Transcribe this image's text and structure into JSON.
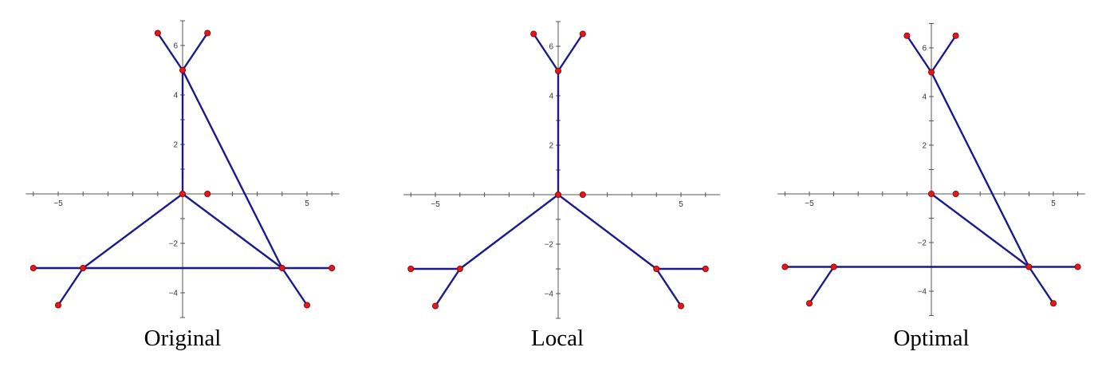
{
  "colors": {
    "edge": "#1a1a8c",
    "node_fill": "#e8151b",
    "node_stroke": "#7a0000",
    "axis": "#555555"
  },
  "axis_ticks": {
    "x_labels": [
      -5,
      5
    ],
    "y_labels": [
      6,
      4,
      2,
      -2,
      -4
    ],
    "x_tick_values": [
      -6,
      -5,
      -4,
      -3,
      -2,
      -1,
      1,
      2,
      3,
      4,
      5,
      6
    ],
    "y_tick_values": [
      -5,
      -4,
      -3,
      -2,
      -1,
      1,
      2,
      3,
      4,
      5,
      6,
      7
    ]
  },
  "panels": [
    {
      "caption": "Original",
      "nodes": [
        [
          -1,
          6.5
        ],
        [
          1,
          6.5
        ],
        [
          0,
          5
        ],
        [
          0,
          0
        ],
        [
          1,
          0
        ],
        [
          -6,
          -3
        ],
        [
          -4,
          -3
        ],
        [
          4,
          -3
        ],
        [
          6,
          -3
        ],
        [
          -5,
          -4.5
        ],
        [
          5,
          -4.5
        ]
      ],
      "edges": [
        [
          [
            -1,
            6.5
          ],
          [
            0,
            5
          ]
        ],
        [
          [
            1,
            6.5
          ],
          [
            0,
            5
          ]
        ],
        [
          [
            0,
            5
          ],
          [
            0,
            0
          ]
        ],
        [
          [
            0,
            5
          ],
          [
            4,
            -3
          ]
        ],
        [
          [
            0,
            0
          ],
          [
            -4,
            -3
          ]
        ],
        [
          [
            0,
            0
          ],
          [
            4,
            -3
          ]
        ],
        [
          [
            -6,
            -3
          ],
          [
            6,
            -3
          ]
        ],
        [
          [
            -4,
            -3
          ],
          [
            -5,
            -4.5
          ]
        ],
        [
          [
            4,
            -3
          ],
          [
            5,
            -4.5
          ]
        ]
      ]
    },
    {
      "caption": "Local",
      "nodes": [
        [
          -1,
          6.5
        ],
        [
          1,
          6.5
        ],
        [
          0,
          5
        ],
        [
          0,
          0
        ],
        [
          1,
          0
        ],
        [
          -6,
          -3
        ],
        [
          -4,
          -3
        ],
        [
          4,
          -3
        ],
        [
          6,
          -3
        ],
        [
          -5,
          -4.5
        ],
        [
          5,
          -4.5
        ]
      ],
      "edges": [
        [
          [
            -1,
            6.5
          ],
          [
            0,
            5
          ]
        ],
        [
          [
            1,
            6.5
          ],
          [
            0,
            5
          ]
        ],
        [
          [
            0,
            5
          ],
          [
            0,
            0
          ]
        ],
        [
          [
            0,
            0
          ],
          [
            -4,
            -3
          ]
        ],
        [
          [
            0,
            0
          ],
          [
            4,
            -3
          ]
        ],
        [
          [
            -6,
            -3
          ],
          [
            -4,
            -3
          ]
        ],
        [
          [
            4,
            -3
          ],
          [
            6,
            -3
          ]
        ],
        [
          [
            -4,
            -3
          ],
          [
            -5,
            -4.5
          ]
        ],
        [
          [
            4,
            -3
          ],
          [
            5,
            -4.5
          ]
        ]
      ]
    },
    {
      "caption": "Optimal",
      "nodes": [
        [
          -1,
          6.5
        ],
        [
          1,
          6.5
        ],
        [
          0,
          5
        ],
        [
          0,
          0
        ],
        [
          1,
          0
        ],
        [
          -6,
          -3
        ],
        [
          -4,
          -3
        ],
        [
          4,
          -3
        ],
        [
          6,
          -3
        ],
        [
          -5,
          -4.5
        ],
        [
          5,
          -4.5
        ]
      ],
      "edges": [
        [
          [
            -1,
            6.5
          ],
          [
            0,
            5
          ]
        ],
        [
          [
            1,
            6.5
          ],
          [
            0,
            5
          ]
        ],
        [
          [
            0,
            5
          ],
          [
            4,
            -3
          ]
        ],
        [
          [
            0,
            0
          ],
          [
            4,
            -3
          ]
        ],
        [
          [
            -6,
            -3
          ],
          [
            6,
            -3
          ]
        ],
        [
          [
            -4,
            -3
          ],
          [
            -5,
            -4.5
          ]
        ],
        [
          [
            4,
            -3
          ],
          [
            5,
            -4.5
          ]
        ]
      ]
    }
  ]
}
